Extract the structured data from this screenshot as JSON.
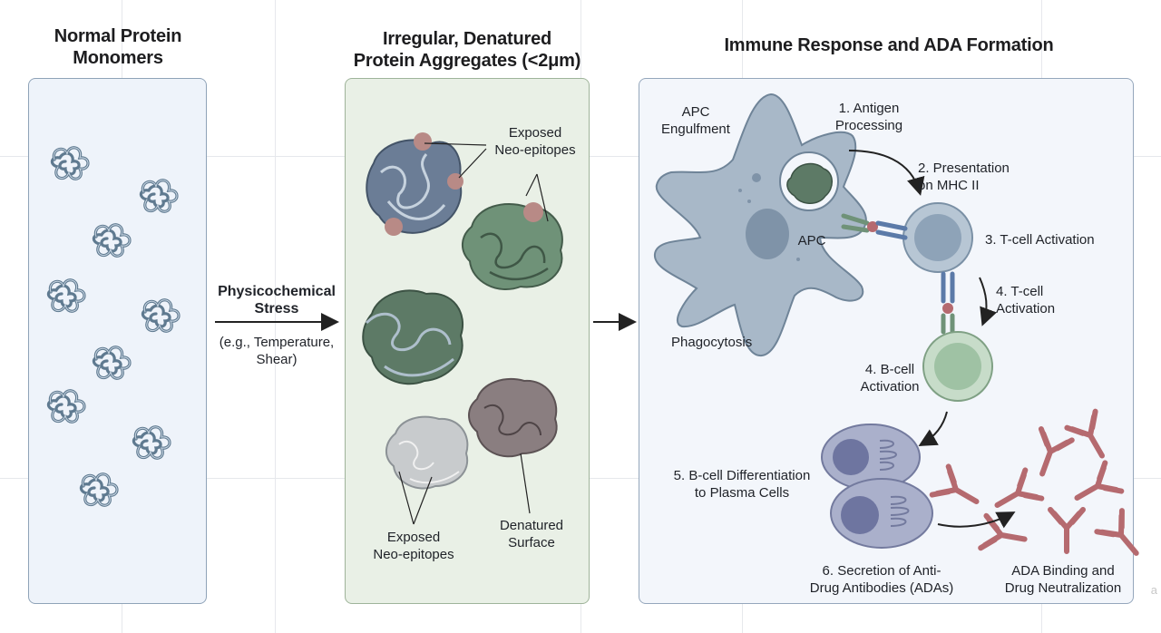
{
  "panels": {
    "monomers": {
      "title": "Normal Protein\nMonomers"
    },
    "aggregates": {
      "title": "Irregular, Denatured\nProtein Aggregates (<2μm)",
      "label_exposed_top": "Exposed\nNeo-epitopes",
      "label_exposed_bottom": "Exposed\nNeo-epitopes",
      "label_denatured": "Denatured\nSurface"
    },
    "immune": {
      "title": "Immune Response and ADA Formation",
      "apc_engulfment": "APC\nEngulfment",
      "antigen_processing": "1. Antigen\nProcessing",
      "presentation": "2. Presentation\non MHC II",
      "apc": "APC",
      "tcell_activation": "3. T-cell Activation",
      "tcell_activation_2": "4. T-cell\nActivation",
      "phagocytosis": "Phagocytosis",
      "bcell_activation": "4. B-cell\nActivation",
      "bcell_differentiation": "5. B-cell Differentiation\nto Plasma Cells",
      "secretion": "6. Secretion of Anti-\nDrug Antibodies (ADAs)",
      "ada_binding": "ADA Binding and\nDrug Neutralization"
    }
  },
  "stress": {
    "title": "Physicochemical\nStress",
    "example": "(e.g., Temperature,\nShear)"
  },
  "colors": {
    "monomer": "#5f7a90",
    "aggregate_blue": "#6b7d96",
    "aggregate_green": "#6f9278",
    "epitope": "#b88a86",
    "cell": "#a8b8c8",
    "tcell": "#8ea3b8",
    "bcell": "#9fc2a4",
    "plasma": "#8f94b5",
    "antibody": "#b56a6f"
  },
  "icons": [
    "protein-monomer-icon",
    "aggregate-icon",
    "apc-cell-icon",
    "t-cell-icon",
    "b-cell-icon",
    "plasma-cell-icon",
    "antibody-icon"
  ],
  "watermark": "a"
}
